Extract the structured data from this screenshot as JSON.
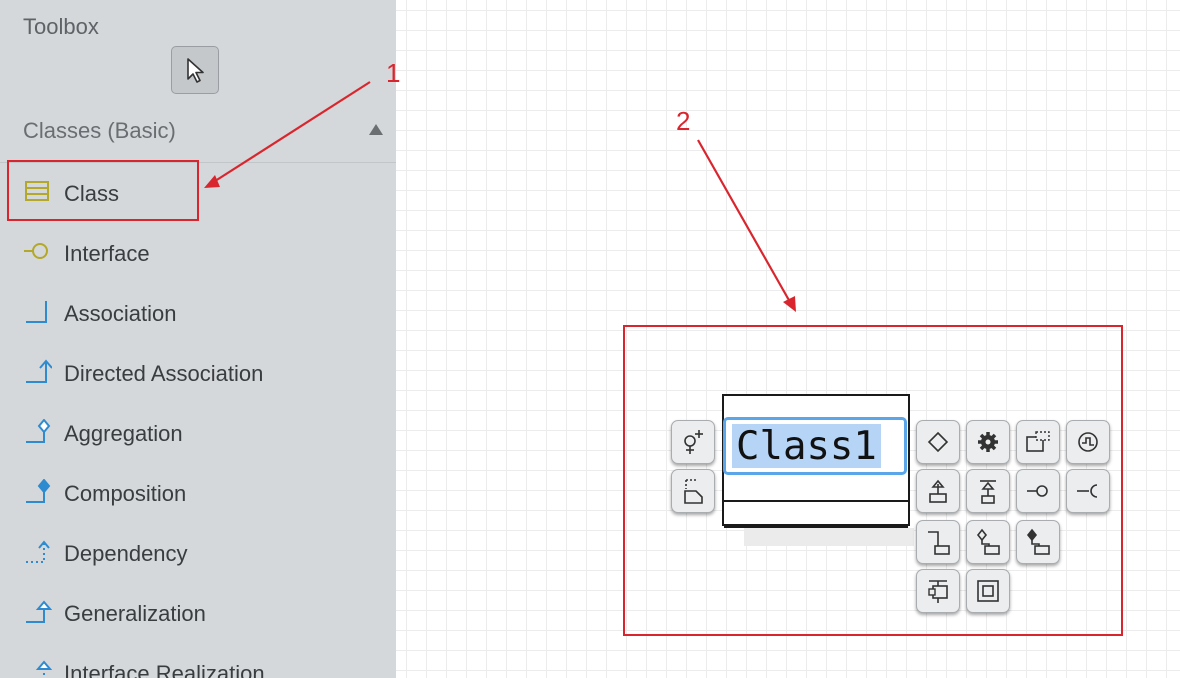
{
  "toolbox": {
    "title": "Toolbox",
    "pointer_icon": "pointer-arrow-icon"
  },
  "section": {
    "label": "Classes (Basic)",
    "collapse_icon": "triangle-up-icon"
  },
  "items": [
    {
      "label": "Class",
      "icon": "class-icon"
    },
    {
      "label": "Interface",
      "icon": "interface-lollipop-icon"
    },
    {
      "label": "Association",
      "icon": "association-icon"
    },
    {
      "label": "Directed Association",
      "icon": "directed-association-icon"
    },
    {
      "label": "Aggregation",
      "icon": "aggregation-icon"
    },
    {
      "label": "Composition",
      "icon": "composition-icon"
    },
    {
      "label": "Dependency",
      "icon": "dependency-icon"
    },
    {
      "label": "Generalization",
      "icon": "generalization-icon"
    },
    {
      "label": "Interface Realization",
      "icon": "interface-realization-icon"
    }
  ],
  "annotations": {
    "one": "1",
    "two": "2",
    "color": "#d9262e"
  },
  "diagram": {
    "class_name": "Class1",
    "selection_color": "#b6d4f6",
    "focus_color": "#5aa6e8"
  },
  "quick_edit_buttons": [
    "add-attribute-icon",
    "add-note-icon",
    "add-operation-icon",
    "add-property-icon",
    "add-template-icon",
    "add-reception-icon",
    "add-subclass-icon",
    "add-superclass-icon",
    "add-provided-interface-icon",
    "add-required-interface-icon",
    "add-association-icon",
    "add-aggregation-icon",
    "add-composition-icon",
    "add-port-icon",
    "add-part-icon"
  ],
  "colors": {
    "sidebar_bg": "#d5d8da",
    "class_icon": "#b3a82a",
    "relation_icon": "#2e8bd0"
  }
}
